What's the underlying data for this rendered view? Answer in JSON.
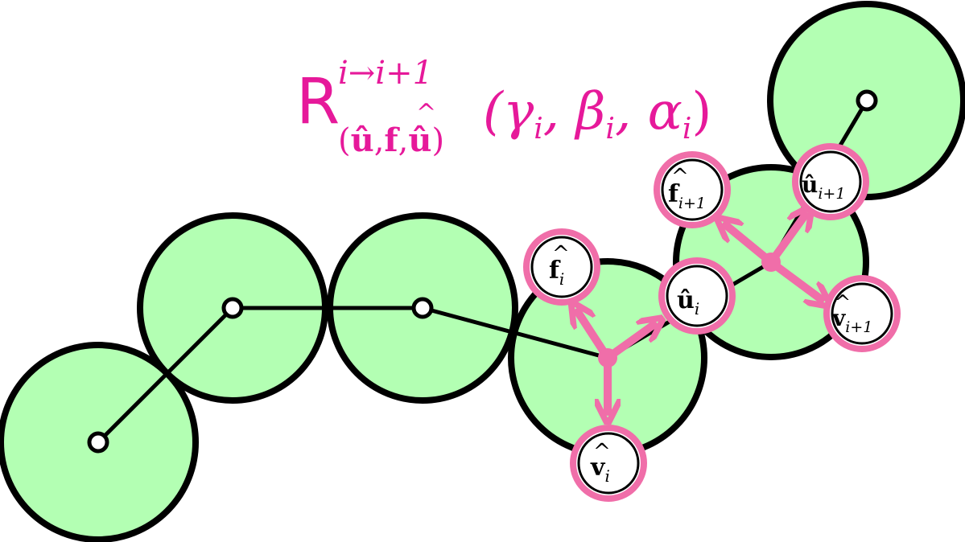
{
  "rotation_label": {
    "op": "R",
    "superscript": "i→i+1",
    "subscript_open": "(",
    "subscript_u1": "û",
    "subscript_comma1": ",",
    "subscript_f": "f",
    "subscript_comma2": ",",
    "subscript_u2": "û",
    "subscript_close": ")",
    "args": "(γ",
    "arg1_sub": "i",
    "arg_sep1": ", β",
    "arg2_sub": "i",
    "arg_sep2": ", α",
    "arg3_sub": "i",
    "args_close": ")"
  },
  "frame_i": {
    "f_label": {
      "base": "f",
      "sub": "i"
    },
    "u_label": {
      "base": "û",
      "sub": "i"
    },
    "v_label": {
      "base": "v",
      "sub": "i"
    }
  },
  "frame_i1": {
    "f_label": {
      "base": "f",
      "sub": "i+1"
    },
    "u_label": {
      "base": "û",
      "sub": "i+1"
    },
    "v_label": {
      "base": "v",
      "sub": "i+1"
    }
  },
  "colors": {
    "sphere_fill": "#b3ffb3",
    "outline": "#000000",
    "accent": "#f06ea9",
    "accent_text": "#e6199a"
  }
}
